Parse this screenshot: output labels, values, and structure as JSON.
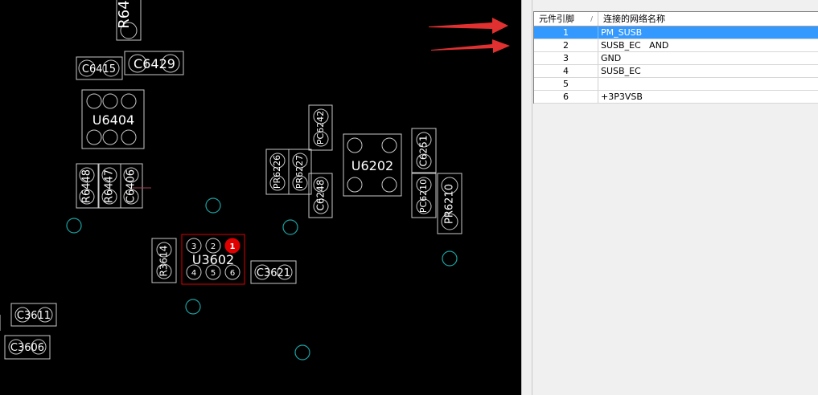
{
  "pcb": {
    "components": {
      "r64_partial": "R64",
      "c6415": "C6415",
      "c6429": "C6429",
      "u6404": "U6404",
      "r6448": "R6448",
      "r6447": "R6447",
      "c6406": "C6406",
      "pr6226": "PR6226",
      "pr6227": "PR6227",
      "pc6242": "PC6242",
      "c6248": "C6248",
      "u6202": "U6202",
      "c6251": "C6251",
      "pc6210": "PC6210",
      "pr6210": "PR6210",
      "r3614": "R3614",
      "u3602": "U3602",
      "c3621": "C3621",
      "c3611": "C3611",
      "c3606": "C3606"
    },
    "u3602_pins": [
      "3",
      "2",
      "1",
      "4",
      "5",
      "6"
    ],
    "colors": {
      "outline": "#c8c8c8",
      "selected": "#e00000",
      "via": "#1aa3a3",
      "arrow": "#e03030"
    }
  },
  "net_table": {
    "headers": {
      "pin": "元件引脚",
      "net": "连接的网络名称",
      "sort_glyph": "∕"
    },
    "rows": [
      {
        "pin": "1",
        "net": "PM_SUSB"
      },
      {
        "pin": "2",
        "net": "SUSB_EC   AND"
      },
      {
        "pin": "3",
        "net": "GND"
      },
      {
        "pin": "4",
        "net": "SUSB_EC"
      },
      {
        "pin": "5",
        "net": ""
      },
      {
        "pin": "6",
        "net": "+3P3VSB"
      }
    ],
    "selected_index": 0,
    "colors": {
      "selection": "#3399ff"
    }
  }
}
